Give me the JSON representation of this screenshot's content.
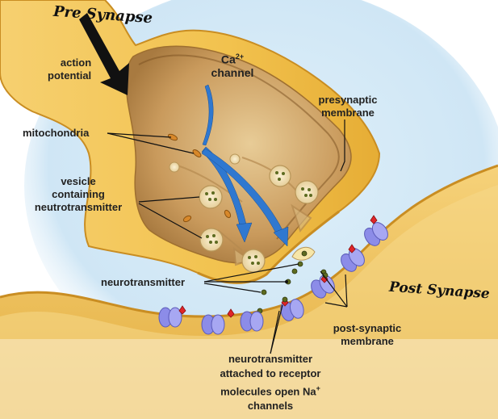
{
  "handwritten": {
    "pre_synapse": "Pre Synapse",
    "post_synapse": "Post Synapse"
  },
  "labels": {
    "action_potential": [
      "action",
      "potential"
    ],
    "ca_channel": {
      "base": "Ca",
      "superscript": "2+",
      "line2": "channel"
    },
    "presynaptic_membrane": [
      "presynaptic",
      "membrane"
    ],
    "mitochondria": "mitochondria",
    "vesicle": [
      "vesicle",
      "containing",
      "neutrotransmitter"
    ],
    "neurotransmitter": "neurotransmitter",
    "post_synaptic_membrane": [
      "post-synaptic",
      "membrane"
    ],
    "attached": {
      "line1": "neurotransmitter",
      "line2": "attached to receptor",
      "line3_base": "molecules open Na",
      "line3_sup": "+",
      "line4": "channels"
    }
  },
  "colors": {
    "background": "#ffffff",
    "fluid": "#cfe6f5",
    "neuron": "#f2c24e",
    "neuron_dark": "#d8a02c",
    "interior": "#c99a5c",
    "ca_arrow": "#2f78d0",
    "receptor": "#8c8ce8",
    "receptor_cap": "#e0252a",
    "vesicle_dot": "#5d6b20"
  }
}
